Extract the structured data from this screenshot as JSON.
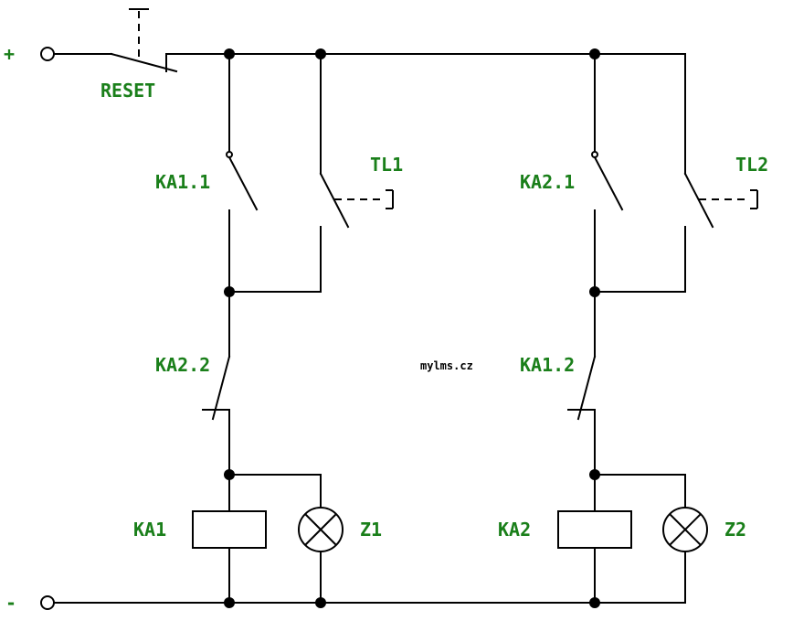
{
  "colors": {
    "label": "#1a7f1a",
    "wire": "#000000",
    "background": "#ffffff"
  },
  "supply": {
    "plus": "+",
    "minus": "-"
  },
  "labels": {
    "reset": "RESET",
    "ka1_1": "KA1.1",
    "tl1": "TL1",
    "ka2_1": "KA2.1",
    "tl2": "TL2",
    "ka2_2": "KA2.2",
    "ka1_2": "KA1.2",
    "ka1": "KA1",
    "z1": "Z1",
    "ka2": "KA2",
    "z2": "Z2",
    "watermark": "mylms.cz"
  }
}
